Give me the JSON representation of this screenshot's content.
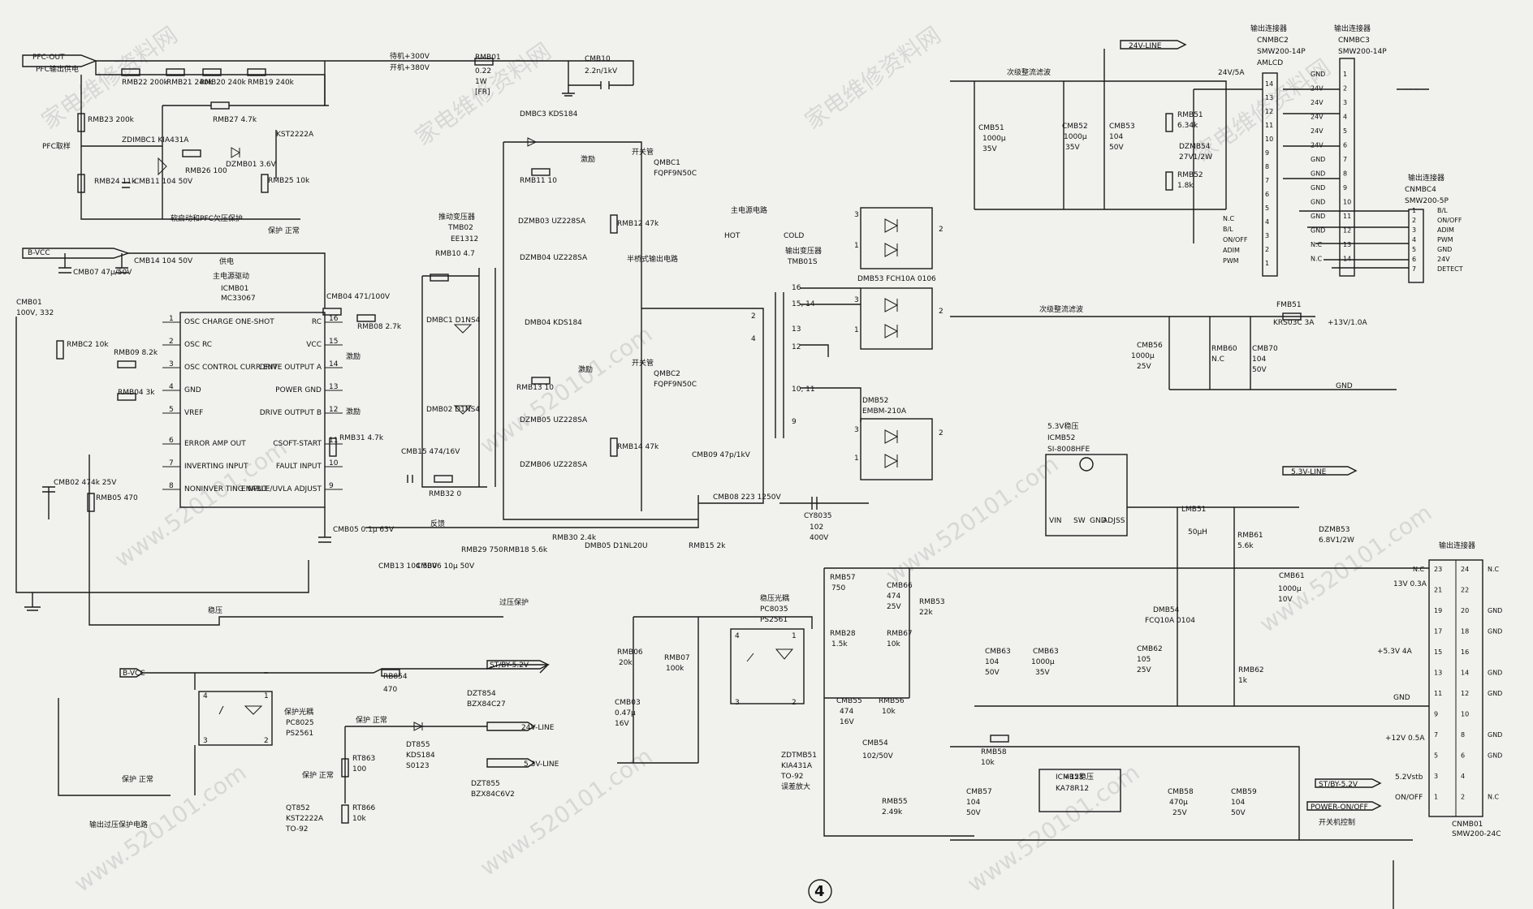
{
  "watermark": "家电维修资料网",
  "watermark_url": "www.520101.com",
  "page_number": "4",
  "labels": {
    "pfc_out": "PFC-OUT",
    "pfc_supply": "PFC输出供电",
    "pfc_sample": "PFC取样",
    "soft_start_pfc": "软启动和PFC欠压保护",
    "protect_normal": "保护 正常",
    "b_vcc": "B-VCC",
    "supply": "供电",
    "main_ic_label": "主电源驱动",
    "excite": "激励",
    "feedback": "反馈",
    "regulation": "稳压",
    "over_voltage_protect": "过压保护",
    "standby_voltage": "待机+300V",
    "on_voltage": "开机+380V",
    "switch_tube": "开关管",
    "half_bridge": "半桥式输出电路",
    "main_circuit": "主电源电路",
    "hot": "HOT",
    "cold": "COLD",
    "sec_filter": "次级整流滤波",
    "line_24v": "24V-LINE",
    "line_53v": "5.3V-LINE",
    "v24_5a": "24V/5A",
    "v13_1a": "+13V/1.0A",
    "gnd": "GND",
    "reg_53": "5.3V稳压",
    "reg_12": "+12稳压",
    "st_by": "ST/BY-5.2V",
    "power_onoff": "POWER-ON/OFF",
    "power_switch_ctrl": "开关机控制",
    "out_13v": "13V 0.3A",
    "out_53v": "+5.3V 4A",
    "out_12v": "+12V 0.5A",
    "vstb": "5.2Vstb",
    "onoff": "ON/OFF",
    "protect_opto": "保护光耦",
    "reg_opto": "稳压光耦",
    "output_ovp": "输出过压保护电路",
    "error_amp": "误差放大",
    "dashes": "- - -"
  },
  "pins": {
    "p1": "1",
    "p2": "2",
    "p3": "3",
    "p4": "4",
    "p9": "9",
    "p10_11": "10, 11",
    "p12": "12",
    "p13": "13",
    "p15_14": "15, 14",
    "p16": "16",
    "vin": "VIN",
    "sw": "SW",
    "gnd": "GND",
    "adj": "ADJ",
    "ss": "SS"
  },
  "ic": {
    "left": [
      {
        "name": "OSC CHARGE ONE-SHOT",
        "pin": "1"
      },
      {
        "name": "OSC RC",
        "pin": "2"
      },
      {
        "name": "OSC CONTROL CURR ENT",
        "pin": "3"
      },
      {
        "name": "GND",
        "pin": "4"
      },
      {
        "name": "VREF",
        "pin": "5"
      },
      {
        "name": "ERROR AMP OUT",
        "pin": "6"
      },
      {
        "name": "INVERTING INPUT",
        "pin": "7"
      },
      {
        "name": "NONINVER TING INPUT",
        "pin": "8"
      }
    ],
    "right": [
      {
        "name": "RC",
        "pin": "16"
      },
      {
        "name": "VCC",
        "pin": "15"
      },
      {
        "name": "DRIVE OUTPUT A",
        "pin": "14"
      },
      {
        "name": "POWER GND",
        "pin": "13"
      },
      {
        "name": "DRIVE OUTPUT B",
        "pin": "12"
      },
      {
        "name": "CSOFT-START",
        "pin": "11"
      },
      {
        "name": "FAULT INPUT",
        "pin": "10"
      },
      {
        "name": "ENABLE/UVLA ADJUST",
        "pin": "9"
      }
    ]
  },
  "connectors": {
    "c2": {
      "label": "输出连接器",
      "ref": "CNMBC2",
      "model": "SMW200-14P",
      "sub": "AMLCD",
      "pins": [
        "14",
        "13",
        "12",
        "11",
        "10",
        "9",
        "8",
        "7",
        "6",
        "5",
        "4",
        "3",
        "2",
        "1"
      ]
    },
    "c3": {
      "label": "输出连接器",
      "ref": "CNMBC3",
      "model": "SMW200-14P",
      "pins": [
        "GND",
        "24V",
        "24V",
        "24V",
        "24V",
        "24V",
        "GND",
        "GND",
        "GND",
        "GND",
        "GND",
        "GND",
        "N.C",
        "N.C"
      ]
    },
    "c4": {
      "label": "输出连接器",
      "ref": "CNMBC4",
      "model": "SMW200-5P",
      "pins": [
        "1",
        "2",
        "3",
        "4",
        "5",
        "6",
        "7",
        "8",
        "9",
        "10",
        "11",
        "12"
      ],
      "signals": [
        "B/L",
        "ON/OFF",
        "ADIM",
        "PWM",
        "GND",
        "24V",
        "DETECT"
      ]
    },
    "ctrl": [
      "N.C",
      "B/L",
      "ON/OFF",
      "ADIM",
      "PWM"
    ],
    "main": {
      "label": "输出连接器",
      "ref": "CNMB01",
      "model": "SMW200-24C",
      "left": [
        "23",
        "21",
        "19",
        "17",
        "15",
        "13",
        "11",
        "9",
        "7",
        "5",
        "3",
        "1"
      ],
      "right": [
        "24",
        "22",
        "20",
        "18",
        "16",
        "14",
        "12",
        "10",
        "8",
        "6",
        "4",
        "2"
      ],
      "left_side": [
        "N.C",
        "",
        "",
        "",
        "",
        "",
        "",
        "",
        "",
        "",
        "",
        ""
      ],
      "right_side": [
        "N.C",
        "",
        "GND",
        "GND",
        "",
        "GND",
        "GND",
        "",
        "GND",
        "GND",
        "",
        "N.C"
      ]
    }
  },
  "parts": {
    "rmb22": "RMB22 200k",
    "rmb21": "RMB21 240k",
    "rmb20": "RMB20 240k",
    "rmb19": "RMB19 240k",
    "rmb23": "RMB23 200k",
    "rmb24": "RMB24 11k",
    "cmb11": "CMB11 104 50V",
    "rmb27": "RMB27 4.7k",
    "zdimbc1": "ZDIMBC1 KIA431A",
    "rmb26": "RMB26 100",
    "dzmb01": "DZMB01 3.6V",
    "q_kst2222a": "KST2222A",
    "rmb25": "RMB25 10k",
    "rmbo1": "RMB01",
    "rmbo1_val": "0.22",
    "rmbo1_w": "1W",
    "rmbo1_fr": "[FR]",
    "cmbo10": "CMB10",
    "cmbo10_val": "2.2n/1kV",
    "cmbo7": "CMB07 47μ/50V",
    "cmb14": "CMB14 104 50V",
    "ic_ref": "ICMB01",
    "ic_model": "MC33067",
    "cmbo1": "CMB01",
    "cmbo1_val": "100V, 332",
    "rmbc2": "RMBC2 10k",
    "rmb09": "RMB09 8.2k",
    "rmb04": "RMB04 3k",
    "cmb02": "CMB02 474k 25V",
    "rmbo5": "RMB05 470",
    "cmb04": "CMB04 471/100V",
    "rmb08": "RMB08 2.7k",
    "rmb31": "RMB31 4.7k",
    "cmb15": "CMB15 474/16V",
    "rmb32": "RMB32 0",
    "cmbo5": "CMB05 0.1μ 63V",
    "cmb13": "CMB13 104 50V",
    "cmb06": "CMB06 10μ 50V",
    "rmb29": "RMB29 750",
    "rmb18": "RMB18 5.6k",
    "rmb30": "RMB30 2.4k",
    "dmb05": "DMB05 D1NL20U",
    "tmb02": "推动变压器",
    "tmb02_ref": "TMB02",
    "tmb02_model": "EE1312",
    "rmb10": "RMB10 4.7",
    "dmbc1": "DMBC1 D1NS4",
    "dmb02": "DMB02 D1NS4",
    "dmbc3": "DMBC3 KDS184",
    "rmb11": "RMB11 10",
    "dzmb03": "DZMB03 UZ228SA",
    "dzmb04": "DZMB04 UZ228SA",
    "qmbc1": "QMBC1",
    "q_fqpf": "FQPF9N50C",
    "rmb12": "RMB12 47k",
    "dmb04": "DMB04 KDS184",
    "rmb13": "RMB13 10",
    "qmbc2": "QMBC2",
    "dzmb05": "DZMB05 UZ228SA",
    "dzmb06": "DZMB06 UZ228SA",
    "rmb14": "RMB14 47k",
    "cmbo9": "CMB09 47p/1kV",
    "cmb08": "CMB08 223 1250V",
    "rmb15": "RMB15 2k",
    "tmb01": "输出变压器",
    "tmb01_ref": "TMB01S",
    "cy8035": "CY8035",
    "cy8035_val": "102",
    "cy8035_v": "400V",
    "dmb53": "DMB53 FCH10A 0106",
    "dmb52": "DMB52",
    "dmb52_model": "EMBM-210A",
    "cmb51": "CMB51",
    "cmb51_val": "1000μ",
    "cmb51_v": "35V",
    "cmb52": "CMB52",
    "cmb52_val": "1000μ",
    "cmb52_v": "35V",
    "cmb53": "CMB53",
    "cmb53_val": "104",
    "cmb53_v": "50V",
    "rmb51": "RMB51",
    "rmb51_val": "6.34k",
    "rmb52": "RMB52",
    "rmb52_val": "1.8k",
    "dzmb54": "DZMB54",
    "dzmb54_val": "27V1/2W",
    "fmb51": "FMB51",
    "fmb51_val": "KRS03C 3A",
    "cmb56": "CMB56",
    "cmb56_val": "1000μ",
    "cmb56_v": "25V",
    "rmb60": "RMB60",
    "rmb60_val": "N.C",
    "cmb70": "CMB70",
    "cmb70_val": "104",
    "cmb70_v": "50V",
    "icmb52": "ICMB52",
    "icmb52_model": "SI-8008HFE",
    "lmb51": "LMB51",
    "lmb51_val": "50μH",
    "rmb61": "RMB61",
    "rmb61_val": "5.6k",
    "dzmb53": "DZMB53",
    "dzmb53_val": "6.8V1/2W",
    "cmb61": "CMB61",
    "cmb61_val": "1000μ",
    "cmb61_v": "10V",
    "dmb54": "DMB54",
    "dmb54_model": "FCQ10A 0104",
    "cmb62": "CMB62",
    "cmb62_val": "105",
    "cmb62_v": "25V",
    "rmb62": "RMB62",
    "rmb62_val": "1k",
    "cmb63a": "CMB63",
    "cmb63a_val": "104",
    "cmb63a_v": "50V",
    "cmb63b": "CMB63",
    "cmb63b_val": "1000μ",
    "cmb63b_v": "35V",
    "rmb58": "RMB58",
    "rmb58_val": "10k",
    "icmb53": "ICMB53",
    "icmb53_model": "KA78R12",
    "cmb57": "CMB57",
    "cmb57_val": "104",
    "cmb57_v": "50V",
    "cmb58": "CMB58",
    "cmb58_val": "470μ",
    "cmb58_v": "25V",
    "cmb59": "CMB59",
    "cmb59_val": "104",
    "cmb59_v": "50V",
    "pc8025": "PC8025",
    "ps2561": "PS2561",
    "rb854": "RB854",
    "rb854_val": "470",
    "d8855": "DT855",
    "d8855_model": "KDS184",
    "d8855_pkg": "S0123",
    "dzt854": "DZT854",
    "dzt854_model": "BZX84C27",
    "dzt855": "DZT855",
    "dzt855_model": "BZX84C6V2",
    "rt863": "RT863",
    "rt863_val": "100",
    "qt852": "QT852",
    "qt852_pkg": "TO-92",
    "rt866": "RT866",
    "rt866_val": "10k",
    "pc8035": "PC8035",
    "rmb06": "RMB06",
    "rmb06_val": "20k",
    "rmb07": "RMB07",
    "rmb07_val": "100k",
    "cmb03": "CMB03",
    "cmb03_val": "0.47μ",
    "cmb03_v": "16V",
    "rmb57": "RMB57",
    "rmb57_val": "750",
    "cmb66": "CMB66",
    "cmb66_val": "474",
    "cmb66_v": "25V",
    "rmb53": "RMB53",
    "rmb53_val": "22k",
    "rmb28": "RMB28",
    "rmb28_val": "1.5k",
    "rmb67": "RMB67",
    "rmb67_val": "10k",
    "cmb55": "CMB55",
    "cmb55_val": "474",
    "cmb55_v": "16V",
    "rmb56": "RMB56",
    "rmb56_val": "10k",
    "cmb54": "CMB54",
    "cmb54_val": "102/50V",
    "zdtmb51": "ZDTMB51",
    "zdtmb51_model": "KIA431A",
    "zdtmb51_pkg": "TO-92",
    "rmb55": "RMB55",
    "rmb55_val": "2.49k"
  }
}
